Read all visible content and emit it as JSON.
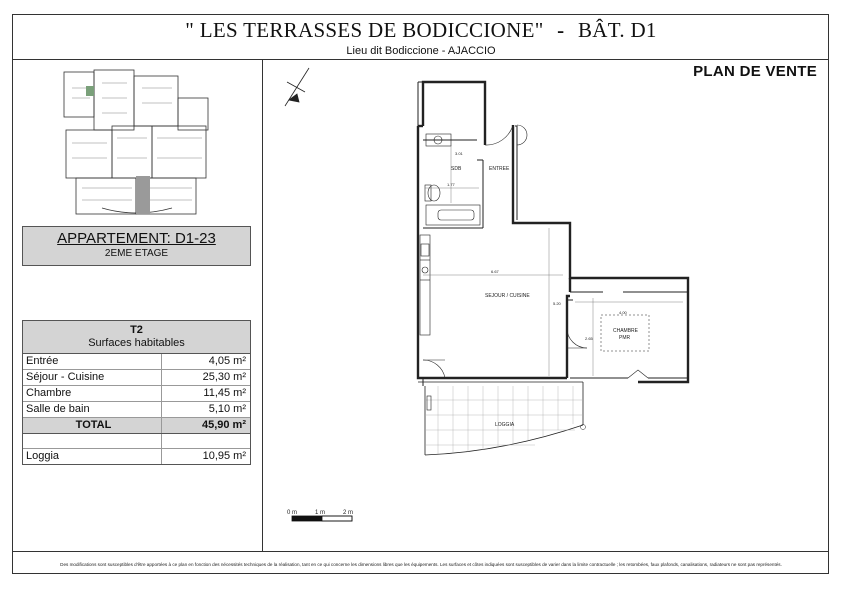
{
  "header": {
    "project_title": "\" LES TERRASSES DE BODICCIONE\"",
    "separator": "-",
    "building": "BÂT. D1",
    "location": "Lieu dit Bodiccione - AJACCIO",
    "plan_label": "PLAN DE VENTE"
  },
  "apartment": {
    "name": "APPARTEMENT: D1-23",
    "floor": "2EME ETAGE"
  },
  "surfaces": {
    "type": "T2",
    "subtitle": "Surfaces habitables",
    "rows": [
      {
        "label": "Entrée",
        "value": "4,05 m²"
      },
      {
        "label": "Séjour - Cuisine",
        "value": "25,30 m²"
      },
      {
        "label": "Chambre",
        "value": "11,45 m²"
      },
      {
        "label": "Salle de bain",
        "value": "5,10 m²"
      }
    ],
    "total_label": "TOTAL",
    "total_value": "45,90 m²",
    "extra_label": "Loggia",
    "extra_value": "10,95 m²"
  },
  "plan": {
    "rooms": {
      "sdb": "SDB",
      "entree": "ENTREE",
      "sejour": "SEJOUR / CUISINE",
      "chambre": "CHAMBRE",
      "chambre_sub": "PMR",
      "loggia": "LOGGIA"
    },
    "dimensions": {
      "d1": "1.77",
      "d2": "6.67",
      "d3": "5.20",
      "d4": "4.00",
      "d5": "2.65",
      "d6": "3.01"
    },
    "scale": {
      "t0": "0 m",
      "t1": "1 m",
      "t2": "2 m"
    }
  },
  "footer": {
    "disclaimer": "Des modifications sont susceptibles d'être apportées à ce plan en fonction des nécessités techniques de la réalisation, tant en ce qui concerne les dimensions libres que les équipements. Les surfaces et côtes indiquées sont susceptibles de varier dans la limite contractuelle ; les retombées, faux plafonds, canalisations, radiateurs ne sont pas représentés."
  }
}
